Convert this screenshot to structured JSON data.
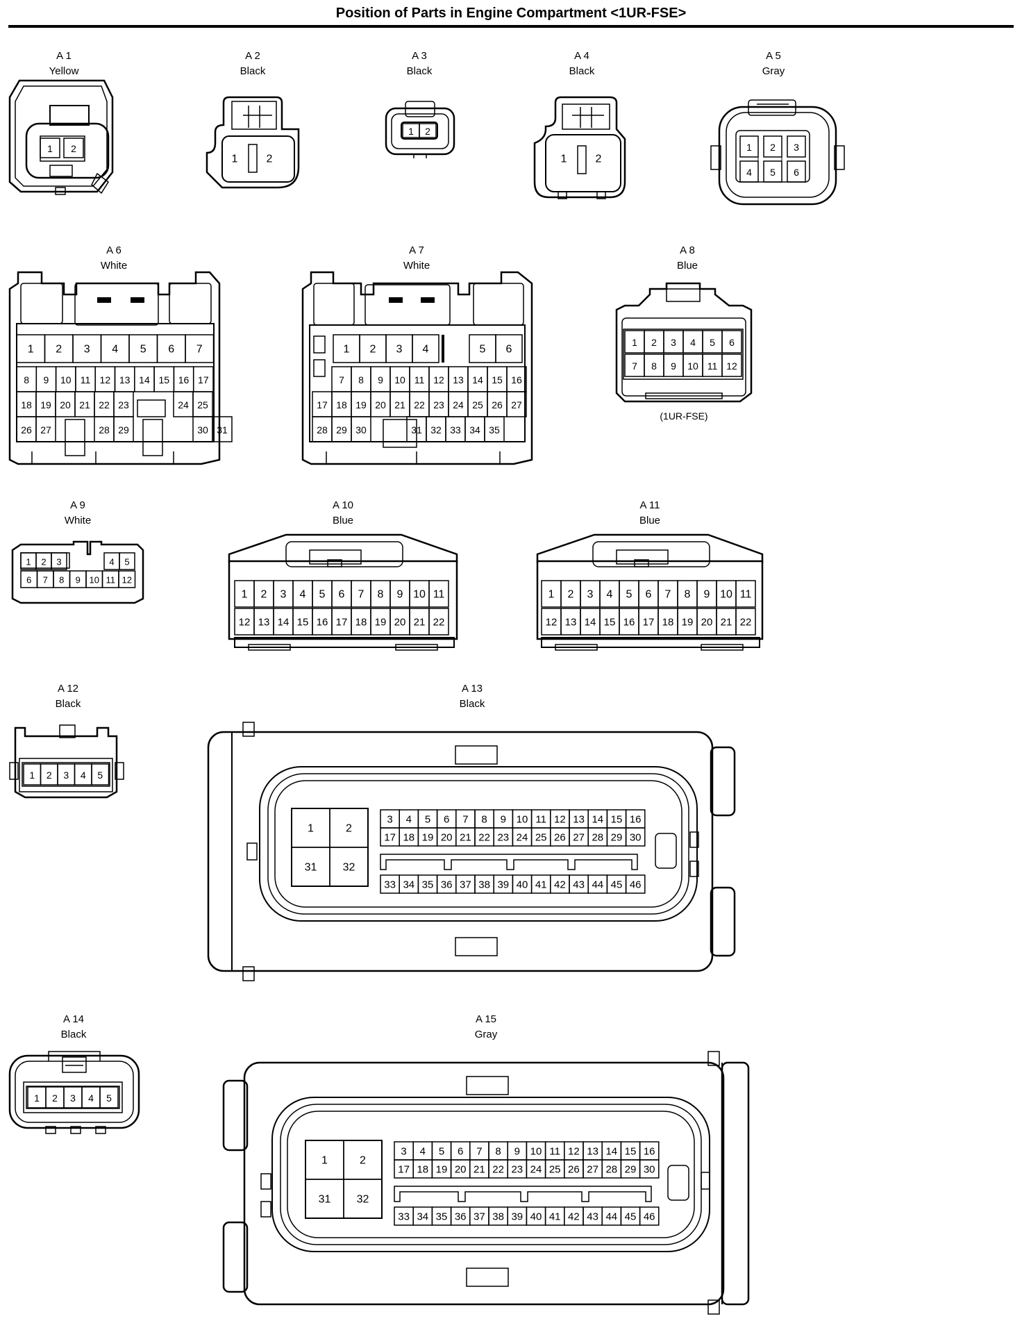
{
  "title": "Position of Parts in Engine Compartment <1UR-FSE>",
  "connectors": [
    {
      "id": "A 1",
      "color": "Yellow",
      "pins": [
        "1",
        "2"
      ]
    },
    {
      "id": "A 2",
      "color": "Black",
      "pins": [
        "1",
        "2"
      ]
    },
    {
      "id": "A 3",
      "color": "Black",
      "pins": [
        "1",
        "2"
      ]
    },
    {
      "id": "A 4",
      "color": "Black",
      "pins": [
        "1",
        "2"
      ]
    },
    {
      "id": "A 5",
      "color": "Gray",
      "pins": [
        "1",
        "2",
        "3",
        "4",
        "5",
        "6"
      ]
    },
    {
      "id": "A 6",
      "color": "White",
      "pins": [
        "1",
        "2",
        "3",
        "4",
        "5",
        "6",
        "7",
        "8",
        "9",
        "10",
        "11",
        "12",
        "13",
        "14",
        "15",
        "16",
        "17",
        "18",
        "19",
        "20",
        "21",
        "22",
        "23",
        "24",
        "25",
        "26",
        "27",
        "28",
        "29",
        "30",
        "31"
      ]
    },
    {
      "id": "A 7",
      "color": "White",
      "pins": [
        "1",
        "2",
        "3",
        "4",
        "5",
        "6",
        "7",
        "8",
        "9",
        "10",
        "11",
        "12",
        "13",
        "14",
        "15",
        "16",
        "17",
        "18",
        "19",
        "20",
        "21",
        "22",
        "23",
        "24",
        "25",
        "26",
        "27",
        "28",
        "29",
        "30",
        "31",
        "32",
        "33",
        "34",
        "35"
      ]
    },
    {
      "id": "A 8",
      "color": "Blue",
      "note": "(1UR-FSE)",
      "pins": [
        "1",
        "2",
        "3",
        "4",
        "5",
        "6",
        "7",
        "8",
        "9",
        "10",
        "11",
        "12"
      ]
    },
    {
      "id": "A 9",
      "color": "White",
      "pins": [
        "1",
        "2",
        "3",
        "4",
        "5",
        "6",
        "7",
        "8",
        "9",
        "10",
        "11",
        "12"
      ]
    },
    {
      "id": "A 10",
      "color": "Blue",
      "pins": [
        "1",
        "2",
        "3",
        "4",
        "5",
        "6",
        "7",
        "8",
        "9",
        "10",
        "11",
        "12",
        "13",
        "14",
        "15",
        "16",
        "17",
        "18",
        "19",
        "20",
        "21",
        "22"
      ]
    },
    {
      "id": "A 11",
      "color": "Blue",
      "pins": [
        "1",
        "2",
        "3",
        "4",
        "5",
        "6",
        "7",
        "8",
        "9",
        "10",
        "11",
        "12",
        "13",
        "14",
        "15",
        "16",
        "17",
        "18",
        "19",
        "20",
        "21",
        "22"
      ]
    },
    {
      "id": "A 12",
      "color": "Black",
      "pins": [
        "1",
        "2",
        "3",
        "4",
        "5"
      ]
    },
    {
      "id": "A 13",
      "color": "Black",
      "pins": [
        "1",
        "2",
        "31",
        "32",
        "3",
        "4",
        "5",
        "6",
        "7",
        "8",
        "9",
        "10",
        "11",
        "12",
        "13",
        "14",
        "15",
        "16",
        "17",
        "18",
        "19",
        "20",
        "21",
        "22",
        "23",
        "24",
        "25",
        "26",
        "27",
        "28",
        "29",
        "30",
        "33",
        "34",
        "35",
        "36",
        "37",
        "38",
        "39",
        "40",
        "41",
        "42",
        "43",
        "44",
        "45",
        "46"
      ]
    },
    {
      "id": "A 14",
      "color": "Black",
      "pins": [
        "1",
        "2",
        "3",
        "4",
        "5"
      ]
    },
    {
      "id": "A 15",
      "color": "Gray",
      "pins": [
        "1",
        "2",
        "31",
        "32",
        "3",
        "4",
        "5",
        "6",
        "7",
        "8",
        "9",
        "10",
        "11",
        "12",
        "13",
        "14",
        "15",
        "16",
        "17",
        "18",
        "19",
        "20",
        "21",
        "22",
        "23",
        "24",
        "25",
        "26",
        "27",
        "28",
        "29",
        "30",
        "33",
        "34",
        "35",
        "36",
        "37",
        "38",
        "39",
        "40",
        "41",
        "42",
        "43",
        "44",
        "45",
        "46"
      ]
    }
  ]
}
